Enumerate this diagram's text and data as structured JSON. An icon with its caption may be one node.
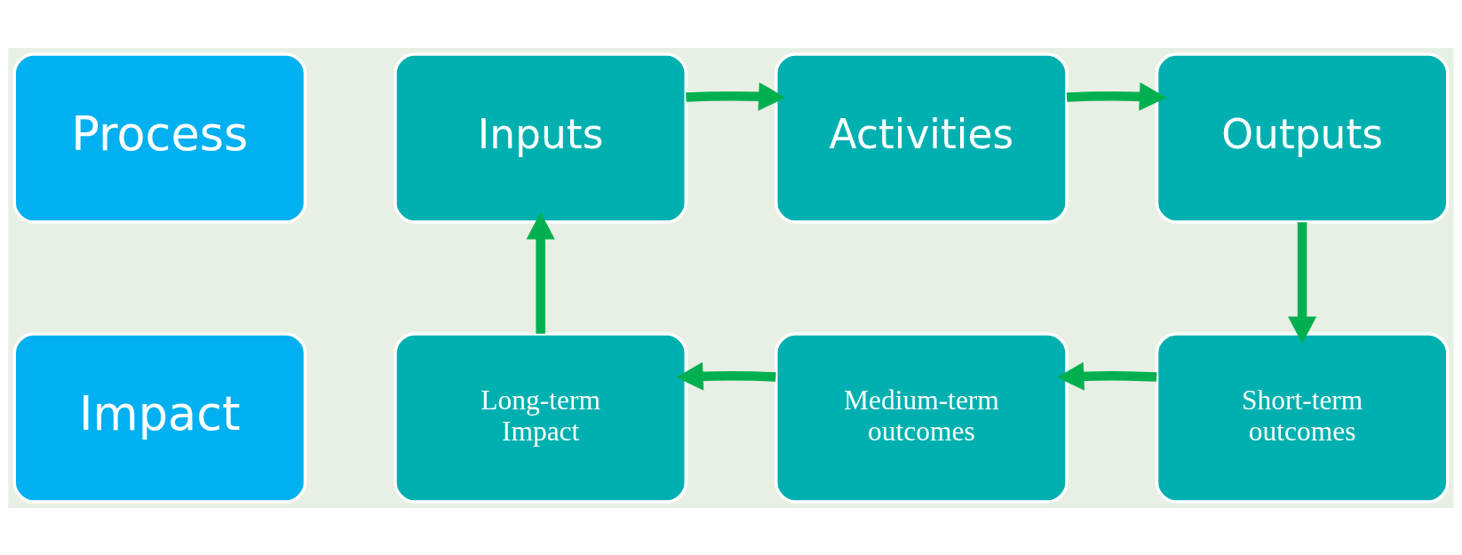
{
  "diagram": {
    "nodes": [
      {
        "text": [
          "Process"
        ]
      },
      {
        "text": [
          "Inputs"
        ]
      },
      {
        "text": [
          "Activities"
        ]
      },
      {
        "text": [
          "Outputs"
        ]
      },
      {
        "text": [
          "Impact"
        ]
      },
      {
        "text": [
          "Long-term Impact"
        ]
      },
      {
        "text": [
          "Medium-term outcomes"
        ]
      },
      {
        "text": [
          "Short-term outcomes"
        ]
      }
    ],
    "edges": [
      {
        "from": 1,
        "to": 2,
        "arrow": "to"
      },
      {
        "from": 2,
        "to": 3,
        "arrow": "to"
      },
      {
        "from": 3,
        "to": 7,
        "arrow": "to"
      },
      {
        "from": 7,
        "to": 6,
        "arrow": "to"
      },
      {
        "from": 6,
        "to": 5,
        "arrow": "to"
      },
      {
        "from": 5,
        "to": 1,
        "arrow": "to"
      }
    ]
  }
}
